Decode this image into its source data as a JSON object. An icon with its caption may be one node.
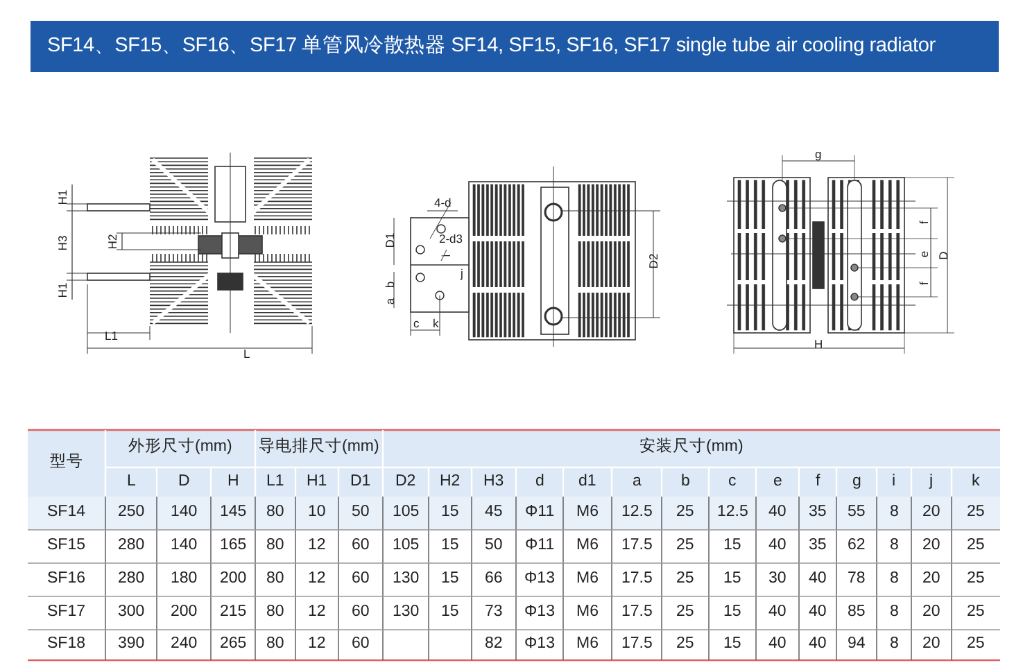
{
  "diagram": {
    "title": "SF14、SF15、SF16、SF17 单管风冷散热器 SF14, SF15, SF16, SF17 single tube air cooling radiator",
    "labels": [
      "H1",
      "H3",
      "H2",
      "H1",
      "L1",
      "L",
      "4-d",
      "2-d3",
      "D1",
      "i",
      "j",
      "b",
      "a",
      "c",
      "k",
      "D2",
      "g",
      "f",
      "e",
      "f",
      "D",
      "H",
      "型号",
      "外形尺寸(mm)",
      "导电排尺寸(mm)",
      "安装尺寸(mm)",
      "L",
      "D",
      "H",
      "L1",
      "H1",
      "D1",
      "D2",
      "H2",
      "H3",
      "d",
      "d1",
      "a",
      "b",
      "c",
      "e",
      "f",
      "g",
      "i",
      "j",
      "k",
      "SF14",
      "250",
      "140",
      "145",
      "80",
      "10",
      "50",
      "105",
      "15",
      "45",
      "Φ11",
      "M6",
      "12.5",
      "25",
      "12.5",
      "40",
      "35",
      "55",
      "8",
      "20",
      "25",
      "SF15",
      "280",
      "140",
      "165",
      "80",
      "12",
      "60",
      "105",
      "15",
      "50",
      "Φ11",
      "M6",
      "17.5",
      "25",
      "15",
      "40",
      "35",
      "62",
      "8",
      "20",
      "25",
      "SF16",
      "280",
      "180",
      "200",
      "80",
      "12",
      "60",
      "130",
      "15",
      "66",
      "Φ13",
      "M6",
      "17.5",
      "25",
      "15",
      "30",
      "40",
      "78",
      "8",
      "20",
      "25",
      "SF17",
      "300",
      "200",
      "215",
      "80",
      "12",
      "60",
      "130",
      "15",
      "73",
      "Φ13",
      "M6",
      "17.5",
      "25",
      "15",
      "40",
      "40",
      "85",
      "8",
      "20",
      "25",
      "SF18",
      "390",
      "240",
      "265",
      "80",
      "12",
      "60",
      "82",
      "Φ13",
      "M6",
      "17.5",
      "25",
      "15",
      "40",
      "40",
      "94",
      "8",
      "20",
      "25"
    ]
  }
}
